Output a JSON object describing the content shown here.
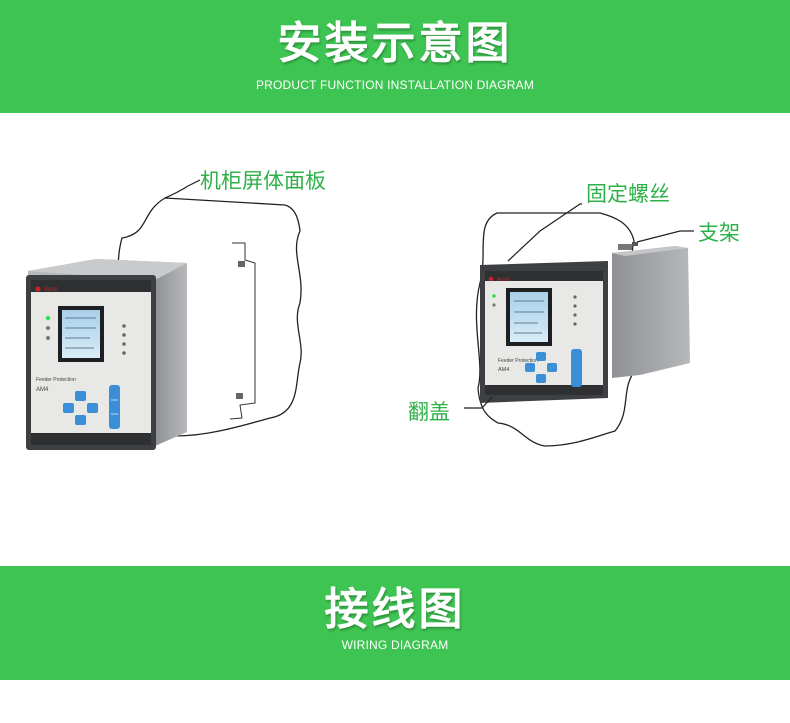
{
  "sections": [
    {
      "title": "安装示意图",
      "subtitle": "PRODUCT FUNCTION INSTALLATION DIAGRAM"
    },
    {
      "title": "接线图",
      "subtitle": "WIRING DIAGRAM"
    }
  ],
  "labels": {
    "cabinet_panel": "机柜屏体面板",
    "fixing_screw": "固定螺丝",
    "bracket": "支架",
    "flip_cover": "翻盖"
  },
  "device": {
    "brand": "Acrel",
    "model_line1": "Feeder Protection",
    "model_line2": "AM4"
  },
  "colors": {
    "banner_green": "#3ec452",
    "label_green": "#2fb14a",
    "key_blue": "#3a8fd6"
  }
}
